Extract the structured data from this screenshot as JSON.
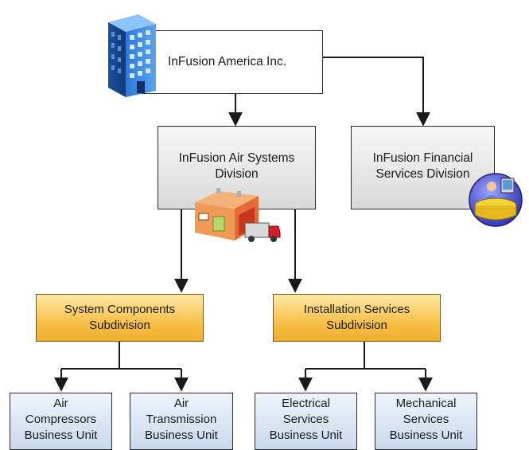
{
  "nodes": {
    "america": {
      "label": "InFusion America Inc."
    },
    "air_systems": {
      "label": "InFusion Air Systems\nDivision"
    },
    "financial": {
      "label": "InFusion Financial\nServices Division"
    },
    "system_components": {
      "label": "System Components\nSubdivision"
    },
    "installation": {
      "label": "Installation Services\nSubdivision"
    },
    "air_compressors": {
      "label": "Air\nCompressors\nBusiness Unit"
    },
    "air_transmission": {
      "label": "Air\nTransmission\nBusiness Unit"
    },
    "electrical": {
      "label": "Electrical\nServices\nBusiness Unit"
    },
    "mechanical": {
      "label": "Mechanical\nServices\nBusiness Unit"
    }
  },
  "icons": {
    "building": "office-building-icon",
    "warehouse": "warehouse-truck-icon",
    "service_desk": "service-desk-person-icon"
  },
  "colors": {
    "subdivision_fill": "#f7c04a",
    "business_unit_fill": "#c9d9ec",
    "division_fill": "#d9d9d9",
    "connector": "#1a1a1a"
  }
}
